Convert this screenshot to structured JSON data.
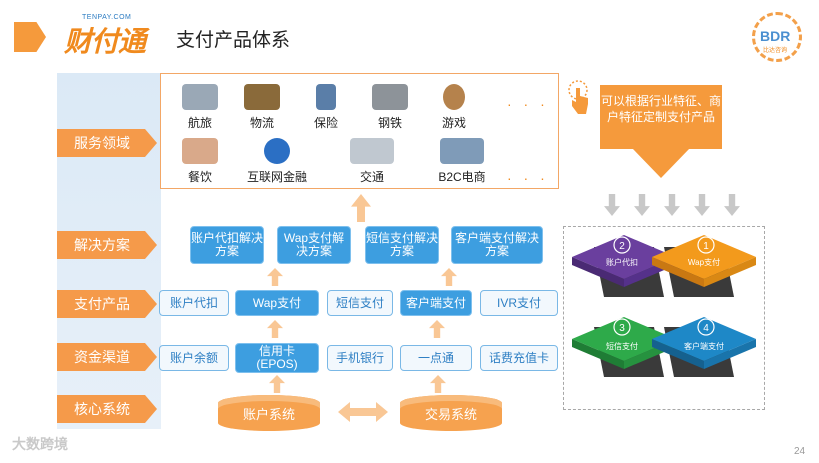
{
  "header": {
    "logo_small": "TENPAY.COM",
    "logo_text": "财付通",
    "title": "支付产品体系",
    "bdr_text": "BDR",
    "bdr_sub": "比达咨询"
  },
  "rows": [
    "服务领域",
    "解决方案",
    "支付产品",
    "资金渠道",
    "核心系统"
  ],
  "services": {
    "row1": [
      "航旅",
      "物流",
      "保险",
      "钢铁",
      "游戏"
    ],
    "row2": [
      "餐饮",
      "互联网金融",
      "交通",
      "B2C电商"
    ],
    "dots": "· · ·",
    "colors": {
      "航旅": "#9aa8b6",
      "物流": "#8a6a3a",
      "保险": "#5a7ea8",
      "钢铁": "#8d9399",
      "游戏": "#b5824c",
      "餐饮": "#d9a98a",
      "互联网金融": "#2b6fc4",
      "交通": "#c0c8d0",
      "B2C电商": "#7f9bb8"
    }
  },
  "solutions": [
    "账户代扣解决方案",
    "Wap支付解决方案",
    "短信支付解决方案",
    "客户端支付解决方案"
  ],
  "products": [
    "账户代扣",
    "Wap支付",
    "短信支付",
    "客户端支付",
    "IVR支付"
  ],
  "channels": [
    "账户余额",
    "信用卡\n(EPOS)",
    "手机银行",
    "一点通",
    "话费充值卡"
  ],
  "core": [
    "账户系统",
    "交易系统"
  ],
  "callout": "可以根据行业特征、商户特征定制支付产品",
  "quadrants": [
    {
      "num": "2",
      "label": "账户代扣",
      "color": "#6a3f9e"
    },
    {
      "num": "1",
      "label": "Wap支付",
      "color": "#f39a1c"
    },
    {
      "num": "3",
      "label": "短信支付",
      "color": "#2eaa4a"
    },
    {
      "num": "4",
      "label": "客户端支付",
      "color": "#1e88c7"
    }
  ],
  "footer": {
    "brand": "大数跨境",
    "page": "24"
  }
}
